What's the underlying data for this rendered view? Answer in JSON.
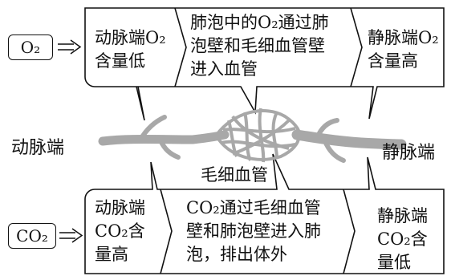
{
  "top_panel": {
    "left_l1": "动脉端O₂",
    "left_l2": "含量低",
    "mid_l1": "肺泡中的O₂通过肺",
    "mid_l2": "泡壁和毛细血管壁",
    "mid_l3": "进入血管",
    "right_l1": "静脉端O₂",
    "right_l2": "含量高"
  },
  "bottom_panel": {
    "left_l1": "动脉端",
    "left_l2": "CO₂含",
    "left_l3": "量高",
    "mid_l1": "CO₂通过毛细血管",
    "mid_l2": "壁和肺泡壁进入肺",
    "mid_l3": "泡，排出体外",
    "right_l1": "静脉端",
    "right_l2": "CO₂含",
    "right_l3": "量低"
  },
  "labels": {
    "artery_end": "动脉端",
    "vein_end": "静脉端",
    "capillary": "毛细血管"
  },
  "gas_boxes": {
    "o2": "O₂",
    "co2": "CO₂"
  },
  "colors": {
    "vessel": "#a8a8a8",
    "line": "#111111",
    "background": "#ffffff"
  }
}
